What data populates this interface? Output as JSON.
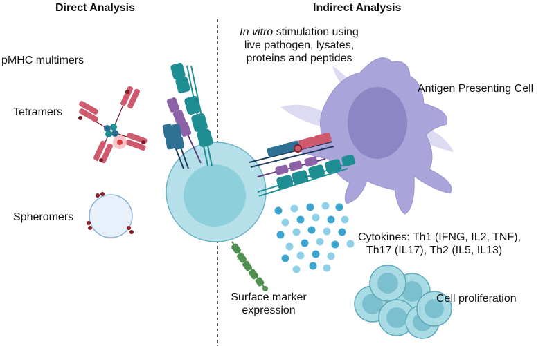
{
  "headers": {
    "direct": "Direct Analysis",
    "indirect": "Indirect Analysis"
  },
  "direct": {
    "pmhc": "pMHC multimers",
    "tetramers": "Tetramers",
    "spheromers": "Spheromers"
  },
  "indirect": {
    "stim_italic": "In vitro",
    "stim_line1_rest": " stimulation using",
    "stim_line2": "live pathogen, lysates,",
    "stim_line3": "proteins and peptides",
    "apc": "Antigen Presenting Cell",
    "cytokines_line1": "Cytokines: Th1 (IFNG, IL2, TNF),",
    "cytokines_line2": "Th17 (IL17), Th2 (IL5, IL13)",
    "proliferation": "Cell proliferation"
  },
  "surface": {
    "line1": "Surface marker",
    "line2": "expression"
  },
  "colors": {
    "tcell_outer": "#b5e0ea",
    "tcell_inner": "#8ecfdc",
    "apc_body": "#a9a4da",
    "apc_nucleus": "#8c86c4",
    "teal": "#1f8e92",
    "blue": "#2e6f94",
    "purple": "#8d63a8",
    "red": "#cf5a6e",
    "green": "#4f8f4f",
    "cytokine": "#3aa6cf"
  }
}
